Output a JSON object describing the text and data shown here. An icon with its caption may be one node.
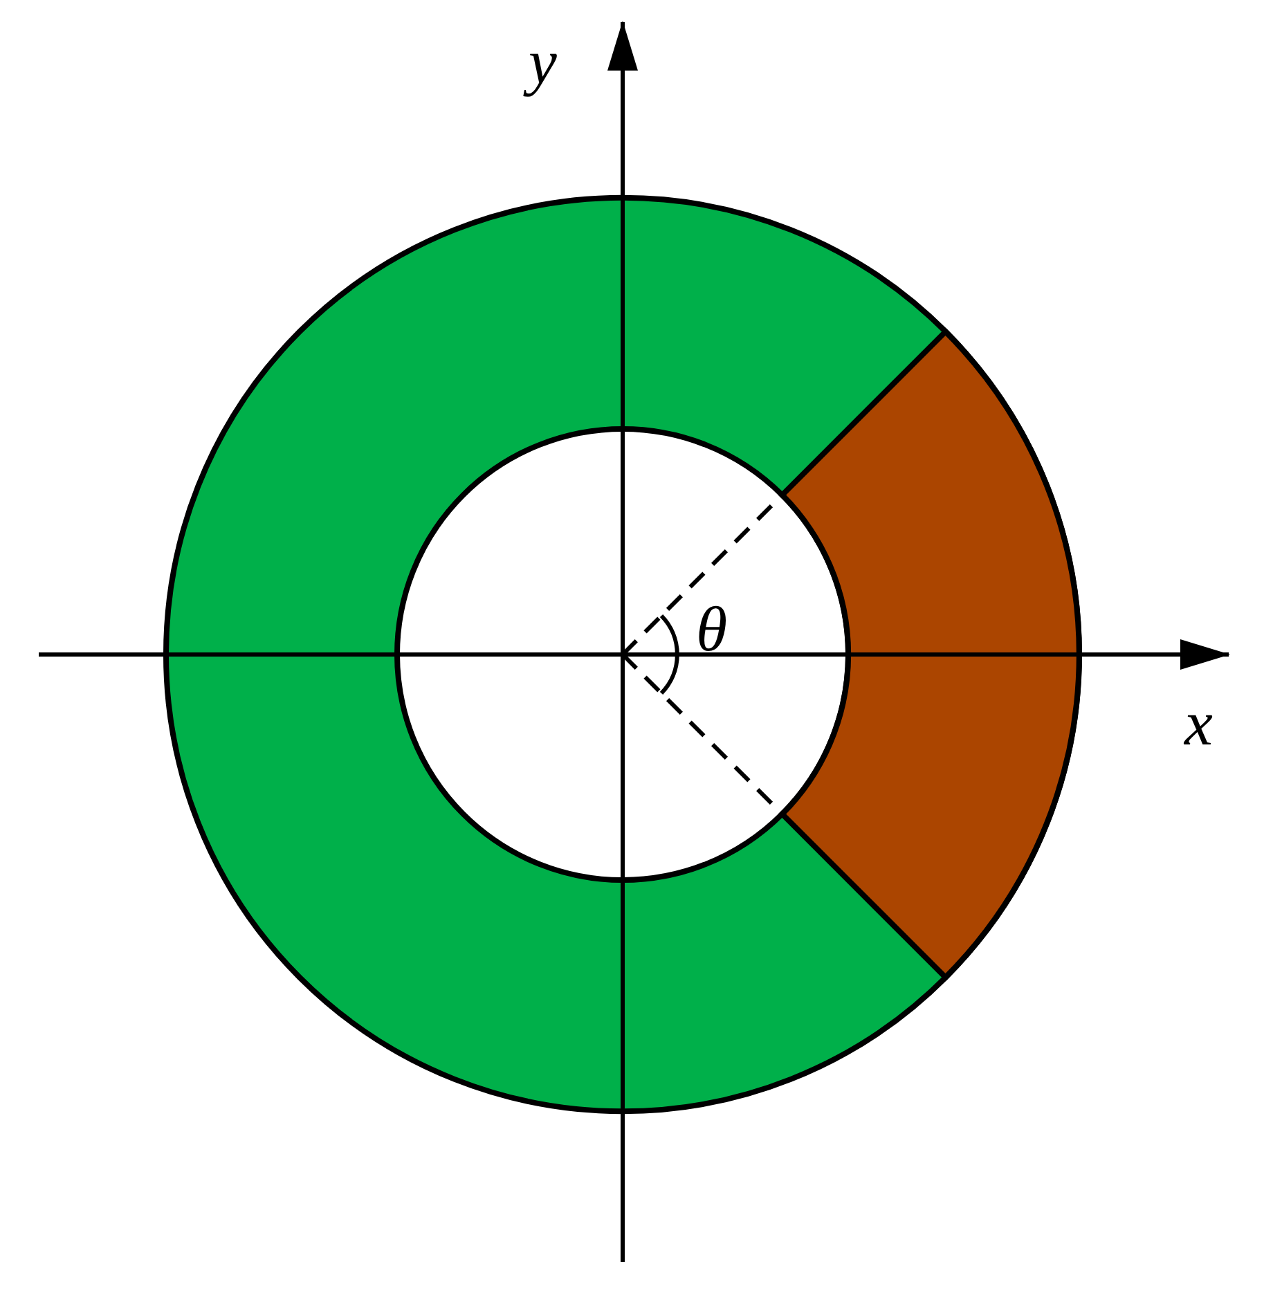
{
  "diagram": {
    "labels": [
      "y",
      "x",
      "θ"
    ]
  }
}
